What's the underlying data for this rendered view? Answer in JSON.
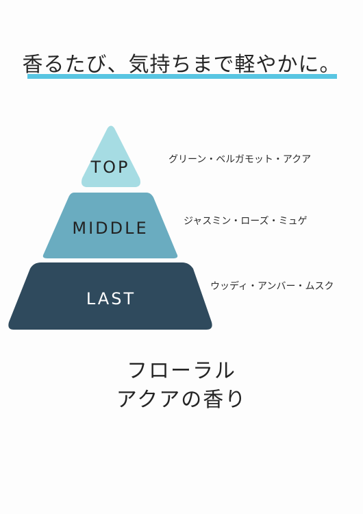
{
  "headline": "香るたび、気持ちまで軽やかに。",
  "colors": {
    "accent_line": "#58c5e2",
    "top_tier": "#a6dce3",
    "middle_tier": "#6aacc0",
    "last_tier": "#2f4a5d",
    "dark_text": "#222222",
    "light_text": "#ffffff"
  },
  "pyramid": {
    "top": {
      "label": "TOP",
      "notes": "グリーン・ベルガモット・アクア"
    },
    "middle": {
      "label": "MIDDLE",
      "notes": "ジャスミン・ローズ・ミュゲ"
    },
    "last": {
      "label": "LAST",
      "notes": "ウッディ・アンバー・ムスク"
    }
  },
  "scent_title": {
    "line1": "フローラル",
    "line2": "アクアの香り"
  }
}
